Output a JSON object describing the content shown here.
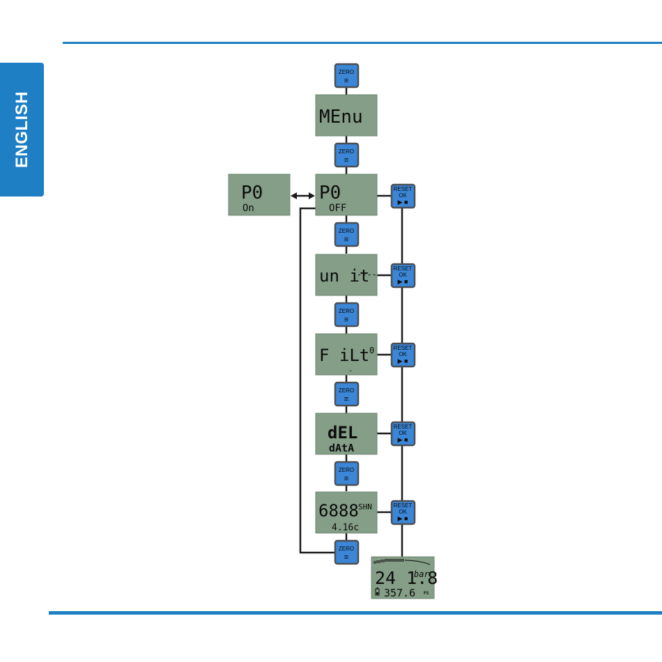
{
  "sidebar": {
    "language_tab": "ENGLISH"
  },
  "buttons": {
    "zero_label": "ZERO",
    "zero_symbol": "≡",
    "reset_label_1": "RESET",
    "reset_label_2": "OK",
    "reset_symbol": "▶ ■"
  },
  "displays": {
    "menu": {
      "main": "MEnu"
    },
    "p0_off": {
      "main": "P0",
      "sub": "OFF"
    },
    "p0_on": {
      "main": "P0",
      "sub": "On"
    },
    "unit": {
      "main": "un it",
      "suffix": "----"
    },
    "filt": {
      "main": "F iLt",
      "aux": "0",
      "mark": "-"
    },
    "del": {
      "main": "dEL",
      "sub": "dAtA"
    },
    "version": {
      "main": "6888",
      "suffix": "SHN",
      "sub": "4.16c"
    },
    "measure": {
      "main": "24 1.8",
      "unit": "bar",
      "sub": "357.6",
      "fs": "FS"
    }
  }
}
